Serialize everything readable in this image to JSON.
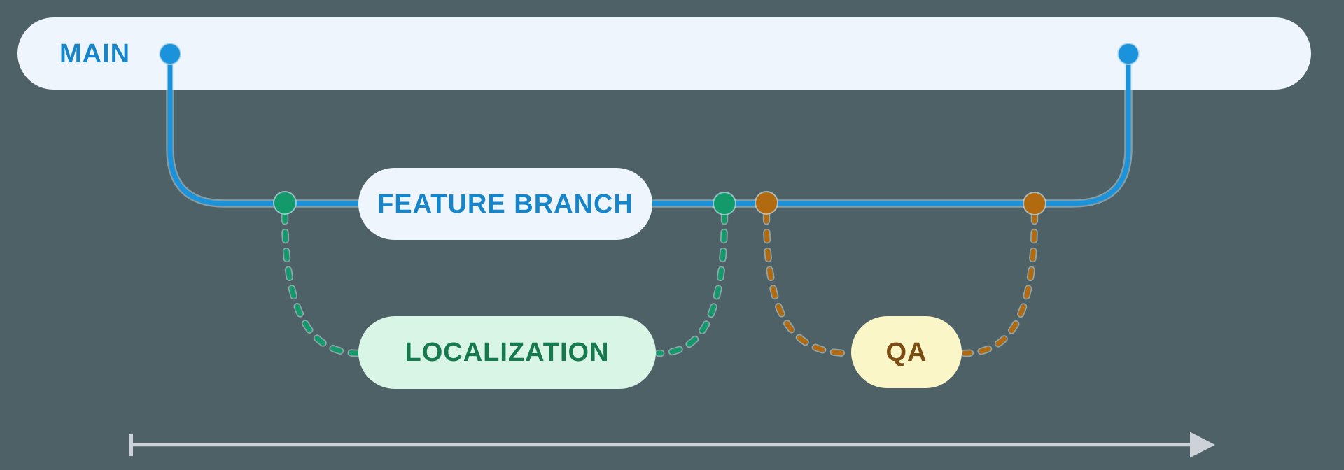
{
  "canvas": {
    "background": "#4d6166"
  },
  "branches": {
    "main": {
      "label": "MAIN",
      "fill": "#eff5fc",
      "text_color": "#1685ca",
      "line_color": "#1b93dc"
    },
    "feature": {
      "label": "FEATURE BRANCH",
      "fill": "#eff5fc",
      "text_color": "#1685ca"
    },
    "localization": {
      "label": "LOCALIZATION",
      "fill": "#d8f5e5",
      "text_color": "#17794e",
      "line_color": "#14996b"
    },
    "qa": {
      "label": "QA",
      "fill": "#faf6c8",
      "text_color": "#7c4d13",
      "line_color": "#b26a10"
    }
  },
  "timeline": {
    "color": "#ccd2d8"
  }
}
